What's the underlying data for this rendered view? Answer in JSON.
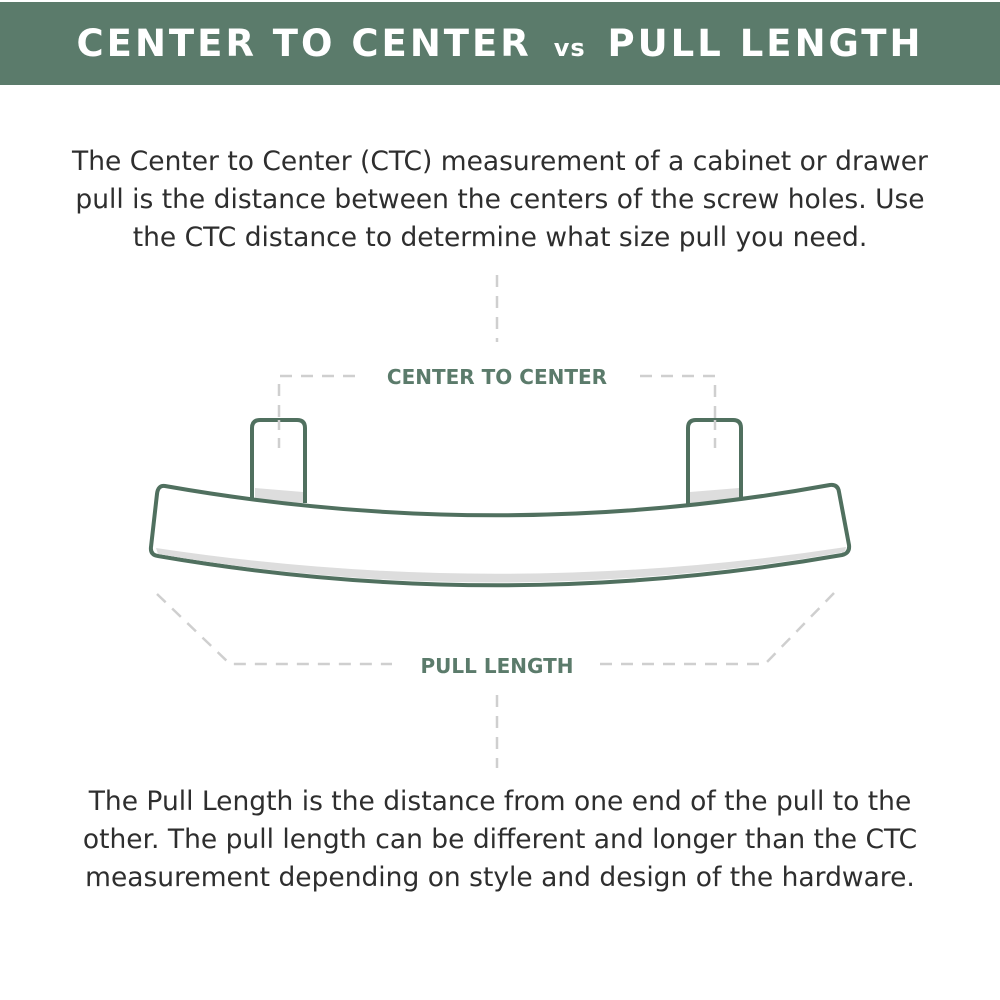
{
  "header": {
    "title_part1": "CENTER TO CENTER",
    "title_vs": "vs",
    "title_part2": "PULL LENGTH"
  },
  "intro": {
    "lines": [
      "The Center to Center (CTC) measurement of a cabinet or drawer",
      "pull is the distance between the centers of the screw holes. Use",
      "the CTC distance to determine what size pull you need."
    ]
  },
  "diagram": {
    "ctc_label": "CENTER TO CENTER",
    "pull_length_label": "PULL LENGTH"
  },
  "outro": {
    "lines": [
      "The Pull Length is the distance from one end of the pull to the",
      "other. The pull length can be different and longer than the CTC",
      "measurement depending on style and design of the hardware."
    ]
  },
  "colors": {
    "accent": "#5b7b6b",
    "dash": "#cccccc",
    "text": "#2e2e2e"
  }
}
